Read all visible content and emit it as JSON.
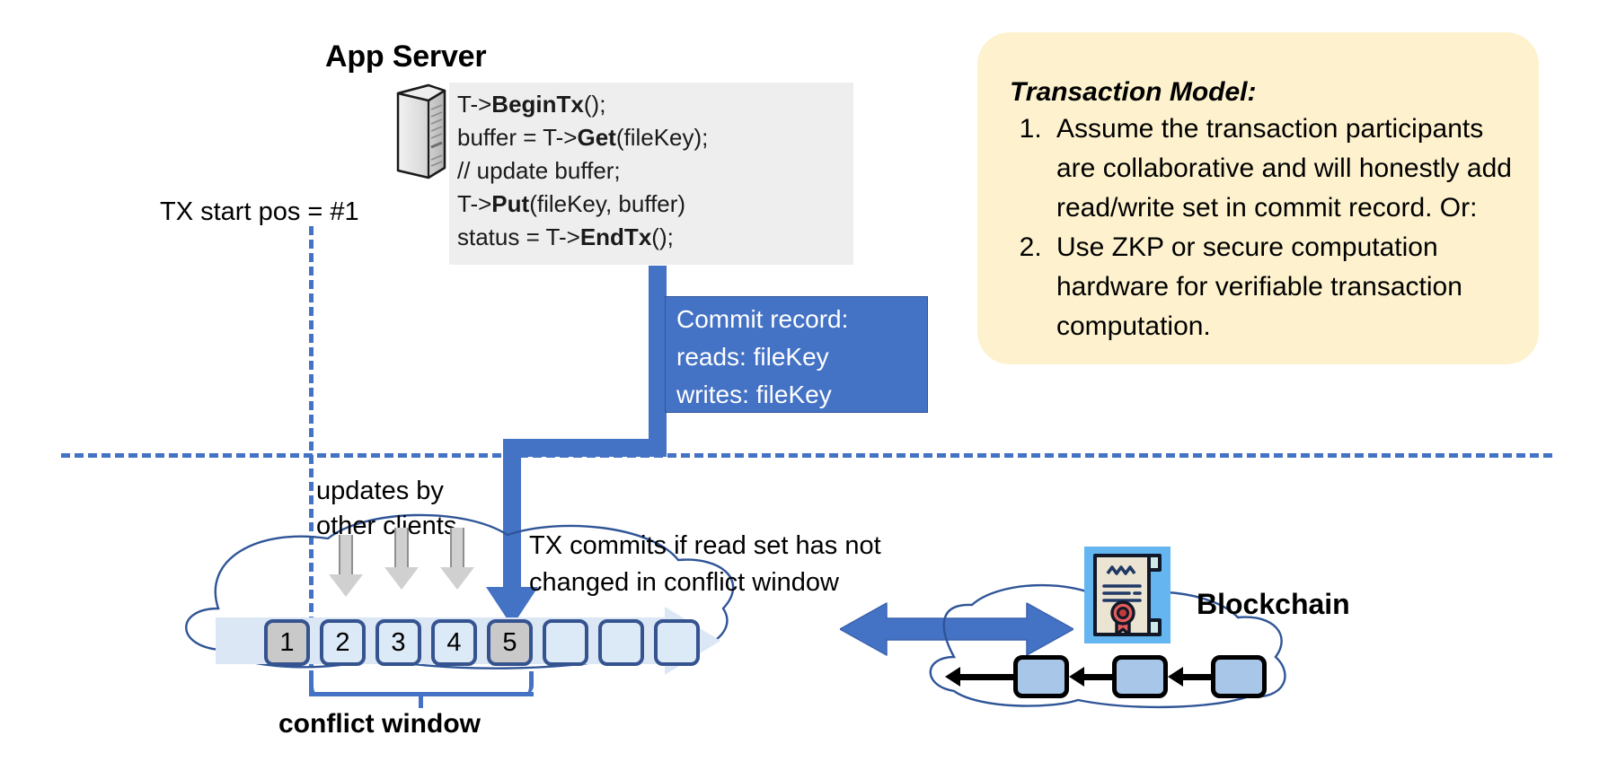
{
  "app_server": {
    "title": "App Server",
    "icon": "server-tower-icon",
    "code_lines": [
      {
        "pre": "T->",
        "bold": "BeginTx",
        "post": "();"
      },
      {
        "pre": "buffer = T->",
        "bold": "Get",
        "post": "(fileKey);"
      },
      {
        "pre": "// update buffer;",
        "bold": "",
        "post": ""
      },
      {
        "pre": "T->",
        "bold": "Put",
        "post": "(fileKey, buffer)"
      },
      {
        "pre": "status = T->",
        "bold": "EndTx",
        "post": "();"
      }
    ]
  },
  "tx_start": {
    "label": "TX start pos = #1"
  },
  "commit_record": {
    "lines": [
      "Commit record:",
      "reads: fileKey",
      "writes: fileKey"
    ]
  },
  "transaction_model": {
    "title": "Transaction Model:",
    "items": [
      "Assume the transaction participants are collaborative and will honestly add read/write set in commit record.  Or:",
      "Use ZKP or secure computation hardware for verifiable transaction computation."
    ]
  },
  "log": {
    "updates_label_line1": "updates by",
    "updates_label_line2": "other clients",
    "commits_label_line1": "TX commits if read set has not",
    "commits_label_line2": "changed in conflict window",
    "conflict_window_label": "conflict window",
    "boxes": [
      {
        "n": "1",
        "state": "filled"
      },
      {
        "n": "2",
        "state": "empty"
      },
      {
        "n": "3",
        "state": "empty"
      },
      {
        "n": "4",
        "state": "empty"
      },
      {
        "n": "5",
        "state": "filled"
      },
      {
        "n": "",
        "state": "empty"
      },
      {
        "n": "",
        "state": "empty"
      },
      {
        "n": "",
        "state": "empty"
      }
    ]
  },
  "blockchain": {
    "label": "Blockchain",
    "icon": "certificate-seal-icon",
    "blocks": [
      "",
      "",
      ""
    ]
  },
  "colors": {
    "accent_blue": "#4472c4",
    "callout_yellow": "#fdf2cd",
    "code_bg": "#eeeeee",
    "log_fill": "#dbe7f5",
    "block_fill": "#a8c6e8",
    "cert_bg": "#64b5f0"
  }
}
